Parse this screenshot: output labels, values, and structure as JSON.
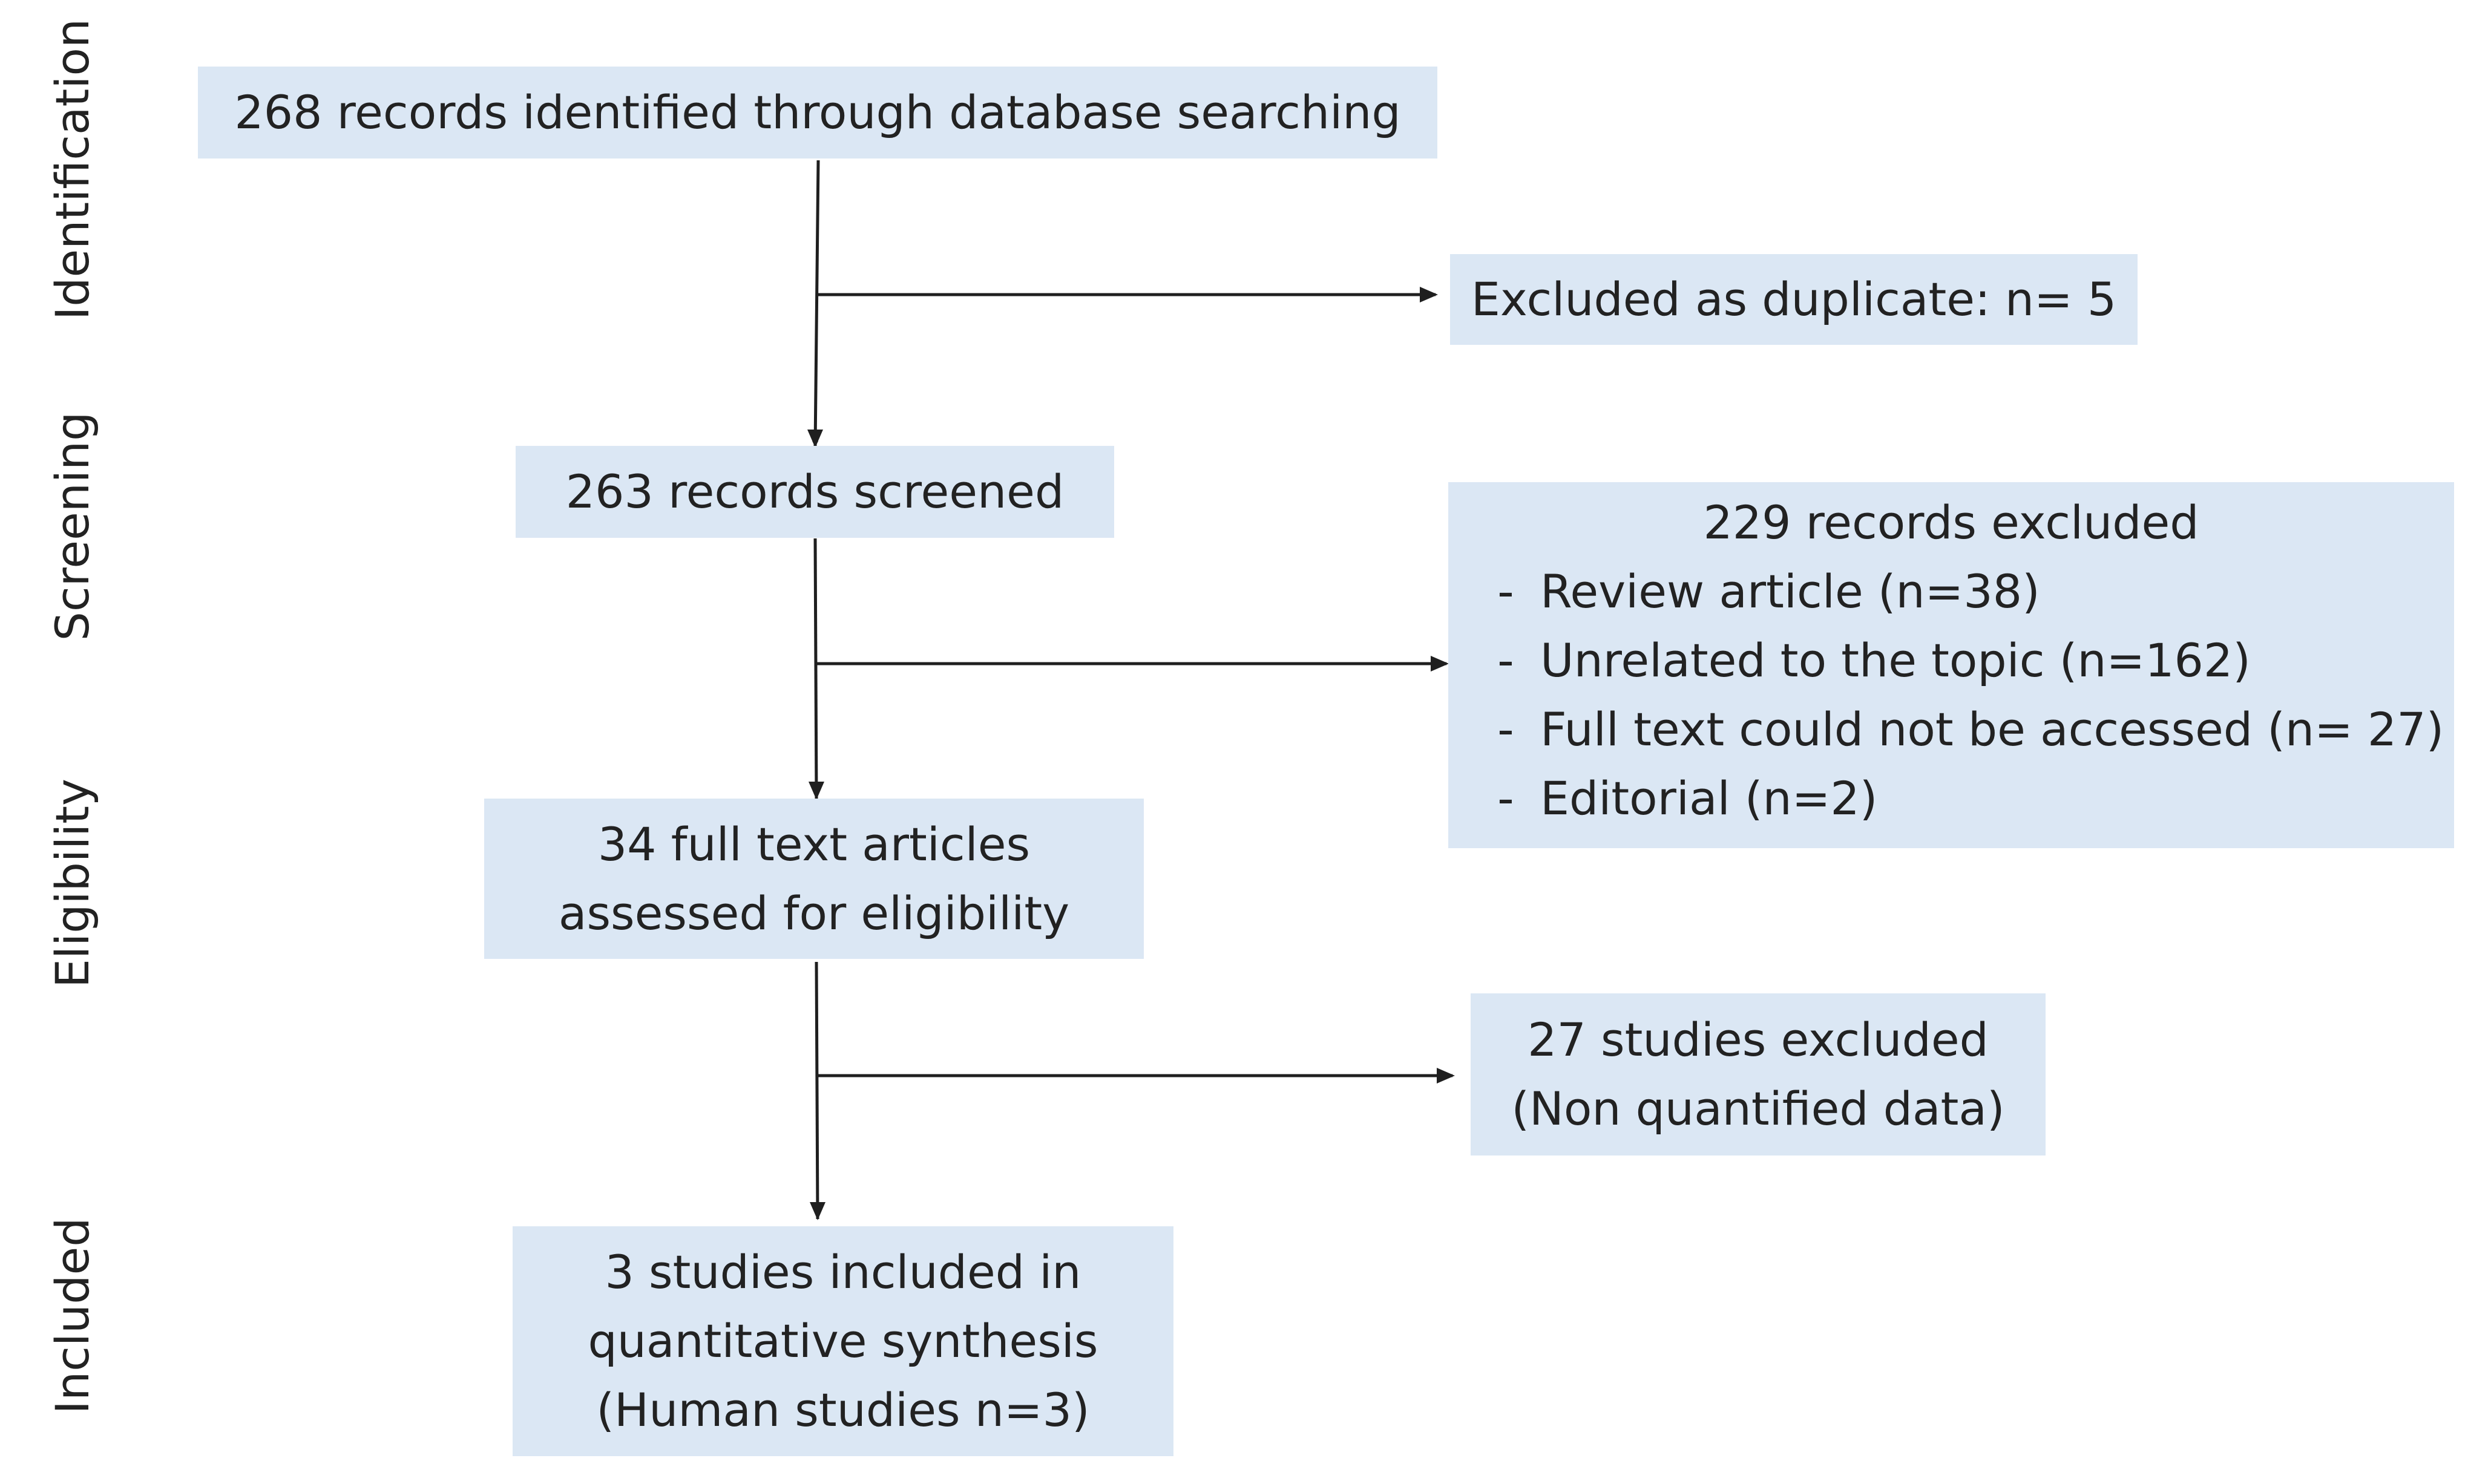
{
  "stages": [
    "Identification",
    "Screening",
    "Eligibility",
    "Included"
  ],
  "nodes": {
    "identified": {
      "lines": [
        "268 records identified through database searching"
      ]
    },
    "duplicates": {
      "lines": [
        "Excluded as duplicate: n= 5"
      ]
    },
    "screened": {
      "lines": [
        "263 records screened"
      ]
    },
    "screen_excluded": {
      "title": "229 records  excluded",
      "bullet": "-",
      "items": [
        "Review article (n=38)",
        "Unrelated to the topic (n=162)",
        "Full text could not be accessed (n= 27)",
        "Editorial (n=2)"
      ]
    },
    "eligibility": {
      "lines": [
        "34 full text articles",
        "assessed for eligibility"
      ]
    },
    "elig_excluded": {
      "lines": [
        "27 studies excluded",
        "(Non quantified data)"
      ]
    },
    "included": {
      "lines": [
        "3 studies included in",
        "quantitative synthesis",
        "(Human studies n=3)"
      ]
    }
  },
  "colors": {
    "box_fill": "#dbe7f4",
    "line": "#1f1f1f",
    "text": "#222222"
  }
}
